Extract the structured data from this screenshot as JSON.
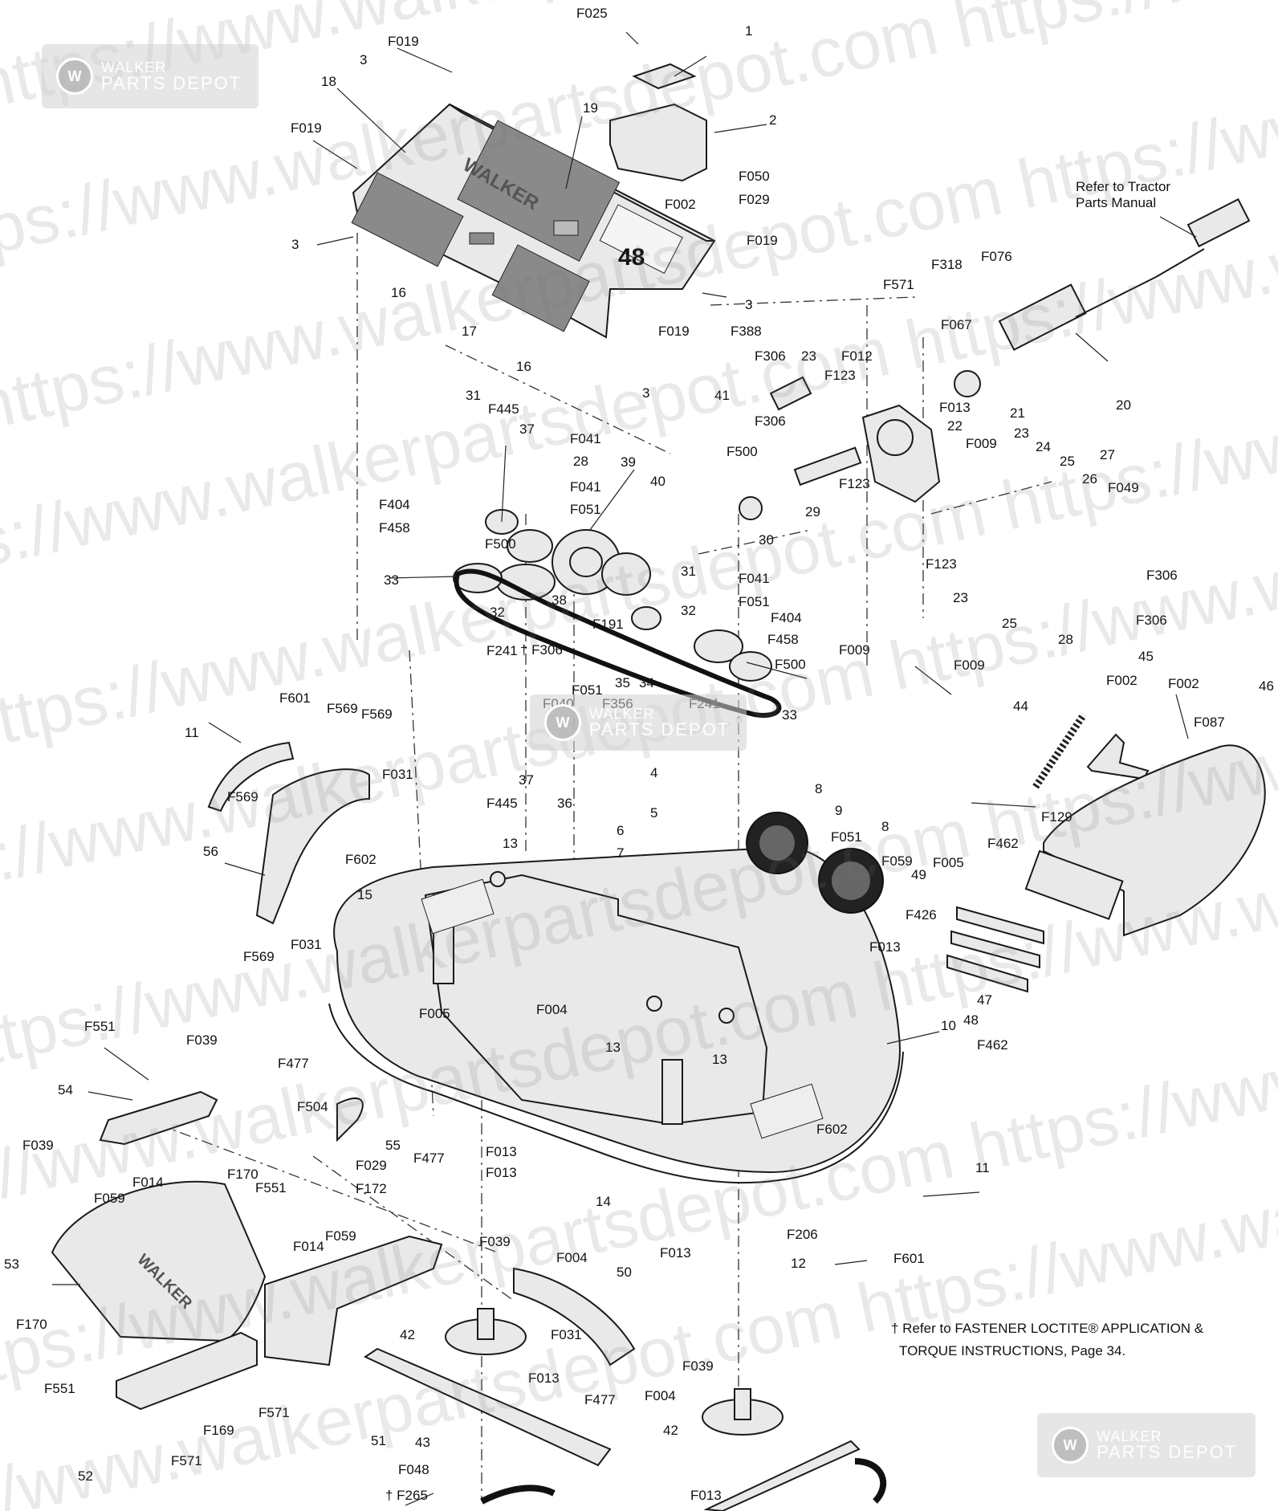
{
  "watermark": {
    "line_a": "https://www.walkerpartsdepot.com",
    "badge_line1": "WALKER",
    "badge_line2": "PARTS DEPOT",
    "badge_mark": "W"
  },
  "deck": {
    "brand": "WALKER",
    "size_number": "48"
  },
  "notes": {
    "tractor_ref_line1": "Refer to Tractor",
    "tractor_ref_line2": "Parts Manual",
    "loctite_line1": "† Refer to FASTENER LOCTITE® APPLICATION &",
    "loctite_line2": "TORQUE INSTRUCTIONS, Page 34."
  },
  "callouts": {
    "c1": "F025",
    "c2": "1",
    "c3": "F019",
    "c4": "3",
    "c5": "18",
    "c6": "19",
    "c7": "2",
    "c8": "F019",
    "c9": "F050",
    "c10": "F029",
    "c11": "F002",
    "c12": "F019",
    "c13": "3",
    "c14": "16",
    "c15": "17",
    "c16": "16",
    "c17": "3",
    "c18": "F019",
    "c19": "3",
    "c20": "F571",
    "c21": "F318",
    "c22": "F076",
    "c23": "F067",
    "c24": "F388",
    "c25": "F306",
    "c26": "23",
    "c27": "F012",
    "c28": "F123",
    "c29": "41",
    "c30": "F306",
    "c31": "20",
    "c32": "F013",
    "c33": "21",
    "c34": "22",
    "c35": "F009",
    "c36": "23",
    "c37": "F123",
    "c38": "F500",
    "c39": "29",
    "c40": "30",
    "c41": "24",
    "c42": "25",
    "c43": "27",
    "c44": "26",
    "c45": "F049",
    "c46": "F306",
    "c47": "F306",
    "c48": "F123",
    "c49": "23",
    "c50": "25",
    "c51": "28",
    "c52": "F009",
    "c53": "F009",
    "c54": "31",
    "c55": "F445",
    "c56": "37",
    "c57": "F041",
    "c58": "28",
    "c59": "39",
    "c60": "F041",
    "c61": "40",
    "c62": "F051",
    "c63": "F404",
    "c64": "F458",
    "c65": "F500",
    "c66": "33",
    "c67": "32",
    "c68": "38",
    "c69": "31",
    "c70": "F041",
    "c71": "F051",
    "c72": "F191",
    "c73": "32",
    "c74": "F404",
    "c75": "F458",
    "c76": "F241",
    "c77": "† F306",
    "c78": "35",
    "c79": "34",
    "c80": "F500",
    "c81": "F051",
    "c82": "F040",
    "c83": "F356",
    "c84": "F241",
    "c85": "33",
    "c86": "4",
    "c87": "5",
    "c88": "37",
    "c89": "F445",
    "c90": "36",
    "c91": "6",
    "c92": "7",
    "c93": "11",
    "c94": "F601",
    "c95": "F569",
    "c96": "F569",
    "c97": "F569",
    "c98": "F031",
    "c99": "F602",
    "c100": "56",
    "c101": "F569",
    "c102": "F031",
    "c103": "13",
    "c104": "15",
    "c105": "F005",
    "c106": "F004",
    "c107": "13",
    "c108": "13",
    "c109": "8",
    "c110": "9",
    "c111": "F051",
    "c112": "8",
    "c113": "F059",
    "c114": "44",
    "c115": "F002",
    "c116": "45",
    "c117": "F002",
    "c118": "46",
    "c119": "F087",
    "c120": "F129",
    "c121": "F462",
    "c122": "F005",
    "c123": "49",
    "c124": "F426",
    "c125": "47",
    "c126": "48",
    "c127": "F462",
    "c128": "F013",
    "c129": "10",
    "c130": "F551",
    "c131": "F039",
    "c132": "54",
    "c133": "F477",
    "c134": "F504",
    "c135": "55",
    "c136": "F029",
    "c137": "F172",
    "c138": "F477",
    "c139": "F039",
    "c140": "F014",
    "c141": "F059",
    "c142": "F013",
    "c143": "F013",
    "c144": "14",
    "c145": "F602",
    "c146": "11",
    "c147": "F206",
    "c148": "12",
    "c149": "F601",
    "c150": "F013",
    "c151": "F170",
    "c152": "F551",
    "c153": "53",
    "c154": "F014",
    "c155": "F059",
    "c156": "F039",
    "c157": "F004",
    "c158": "50",
    "c159": "F170",
    "c160": "F551",
    "c161": "42",
    "c162": "F031",
    "c163": "F013",
    "c164": "F477",
    "c165": "F004",
    "c166": "F039",
    "c167": "42",
    "c168": "F571",
    "c169": "F169",
    "c170": "52",
    "c171": "F571",
    "c172": "51",
    "c173": "43",
    "c174": "F048",
    "c175": "† F265",
    "c176": "F013"
  }
}
